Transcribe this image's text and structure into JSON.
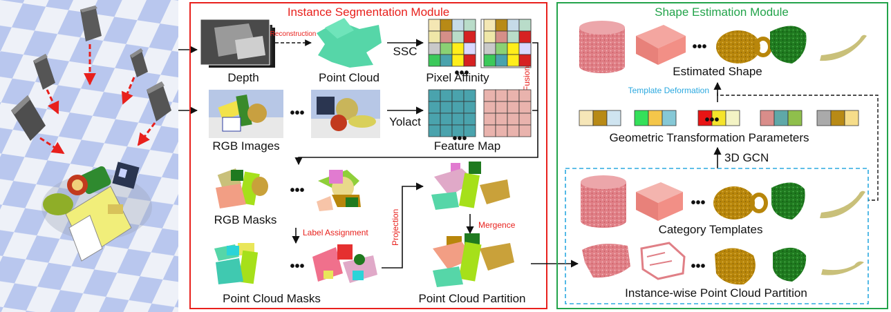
{
  "modules": {
    "instance_title": "Instance  Segmentation Module",
    "shape_title": "Shape Estimation Module"
  },
  "labels": {
    "depth": "Depth",
    "point_cloud": "Point Cloud",
    "pixel_affinity": "Pixel Affinity",
    "rgb_images": "RGB Images",
    "feature_map": "Feature Map",
    "rgb_masks": "RGB Masks",
    "point_cloud_masks": "Point Cloud Masks",
    "point_cloud_partition": "Point Cloud Partition",
    "estimated_shape": "Estimated Shape",
    "geo_params": "Geometric Transformation Parameters",
    "category_templates": "Category Templates",
    "instance_partition": "Instance-wise Point Cloud Partition"
  },
  "edges": {
    "reconstruction": "Reconstruction",
    "ssc": "SSC",
    "yolact": "Yolact",
    "fusion": "Fusion",
    "label_assignment": "Label Assignment",
    "projection": "Projection",
    "mergence": "Mergence",
    "template_deformation": "Template Deformation",
    "gcn": "3D GCN"
  },
  "ellipsis": "•••",
  "colors": {
    "module_red": "#e8201c",
    "module_green": "#22a34a",
    "dashed_blue": "#2aa8df",
    "template_pink": "#e07f86",
    "template_gold": "#b8860b",
    "template_green": "#1f7a1f",
    "template_banana": "#c9c07a",
    "affinity_cell": "#4aa3ad",
    "feature_cell": "#e9b3ad"
  },
  "affinity_grid": [
    [
      "#f4e7b4",
      "#b88a16",
      "#c6dbe8",
      "#b9dcc9"
    ],
    [
      "#efe7a8",
      "#d58f88",
      "#b9dcc9",
      "#d62222"
    ],
    [
      "#c9c9c9",
      "#8ad174",
      "#ffee1a",
      "#d9d9ff"
    ],
    [
      "#3cc95a",
      "#4aa3ad",
      "#ffee1a",
      "#d62222"
    ]
  ],
  "param_groups": [
    [
      "#f6e6b8",
      "#b88a16",
      "#cfe4f0"
    ],
    [
      "#35e05a",
      "#f4c64a",
      "#86c8d6"
    ],
    [
      "#e81414",
      "#f5e42a",
      "#f3f3c4"
    ],
    [
      "#d98d8a",
      "#5fa8a8",
      "#8fbf4c"
    ],
    [
      "#aaaaaa",
      "#b88a16",
      "#f6dd8a"
    ]
  ]
}
